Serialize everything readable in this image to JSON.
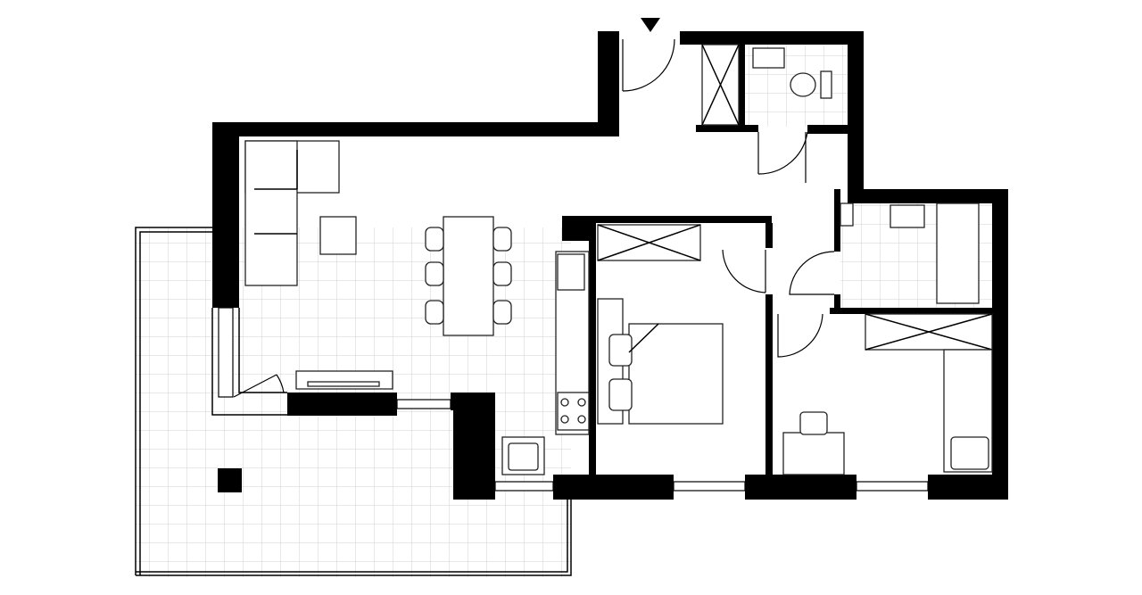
{
  "plan": {
    "colors": {
      "wall": "#000000",
      "tile": "#d0d0d0",
      "background": "#ffffff"
    },
    "rooms": [
      "living-room",
      "kitchen",
      "entrance-hall",
      "wc",
      "bathroom",
      "bedroom-1",
      "bedroom-2",
      "terrace"
    ]
  }
}
